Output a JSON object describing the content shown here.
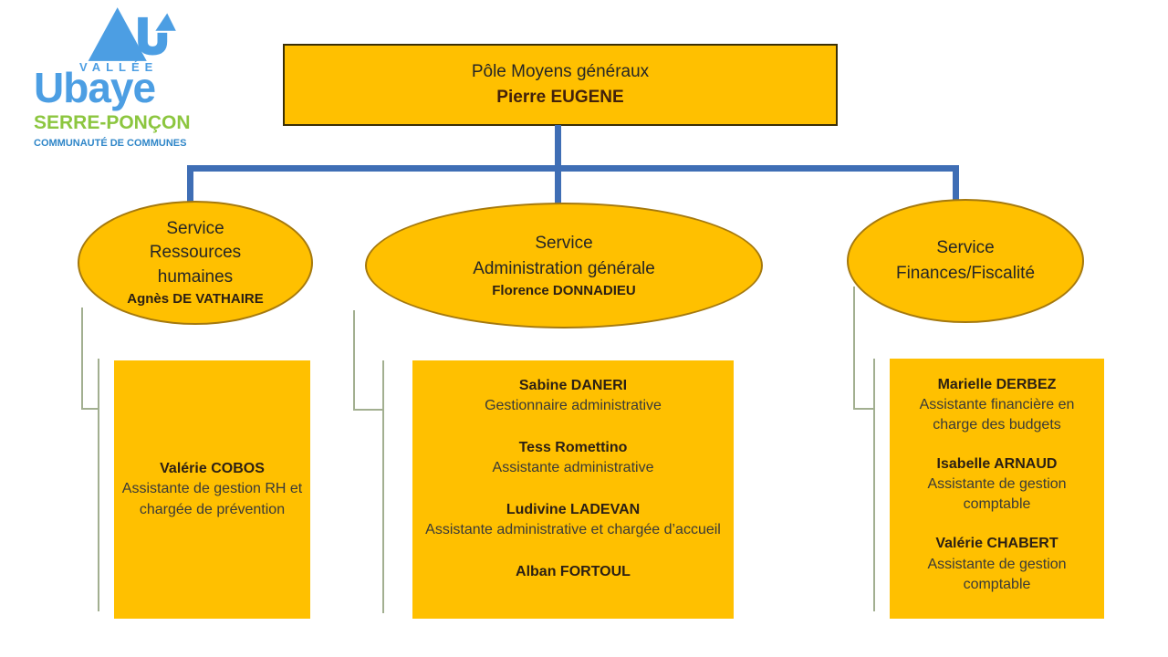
{
  "logo": {
    "vallee": "VALLÉE",
    "ubaye": "Ubaye",
    "serre_poncon": "SERRE-PONÇON",
    "communaute": "COMMUNAUTÉ DE COMMUNES"
  },
  "root": {
    "title": "Pôle Moyens généraux",
    "manager": "Pierre EUGENE"
  },
  "services": [
    {
      "title_lines": [
        "Service",
        "Ressources",
        "humaines"
      ],
      "manager": "Agnès DE VATHAIRE",
      "members": [
        {
          "name": "Valérie COBOS",
          "role": "Assistante de gestion RH et chargée de prévention"
        }
      ]
    },
    {
      "title_lines": [
        "Service",
        "Administration générale"
      ],
      "manager": "Florence DONNADIEU",
      "members": [
        {
          "name": "Sabine DANERI",
          "role": "Gestionnaire administrative"
        },
        {
          "name": "Tess Romettino",
          "role": "Assistante administrative"
        },
        {
          "name": "Ludivine LADEVAN",
          "role": "Assistante  administrative et chargée d’accueil"
        },
        {
          "name": "Alban FORTOUL",
          "role": ""
        }
      ]
    },
    {
      "title_lines": [
        "Service",
        "Finances/Fiscalité"
      ],
      "manager": "",
      "members": [
        {
          "name": "Marielle DERBEZ",
          "role": "Assistante financière en charge des budgets"
        },
        {
          "name": "Isabelle ARNAUD",
          "role": "Assistante de gestion comptable"
        },
        {
          "name": "Valérie CHABERT",
          "role": "Assistante de gestion comptable"
        }
      ]
    }
  ],
  "colors": {
    "node_fill": "#ffc000",
    "ellipse_border": "#a5790e",
    "root_border": "#3b2f06",
    "connector_blue": "#3f6eb5",
    "connector_green": "#a2af90",
    "logo_blue": "#4c9ee3",
    "logo_green": "#8cc63f",
    "logo_dark_blue": "#2f86c8",
    "name_text": "#42210b"
  }
}
